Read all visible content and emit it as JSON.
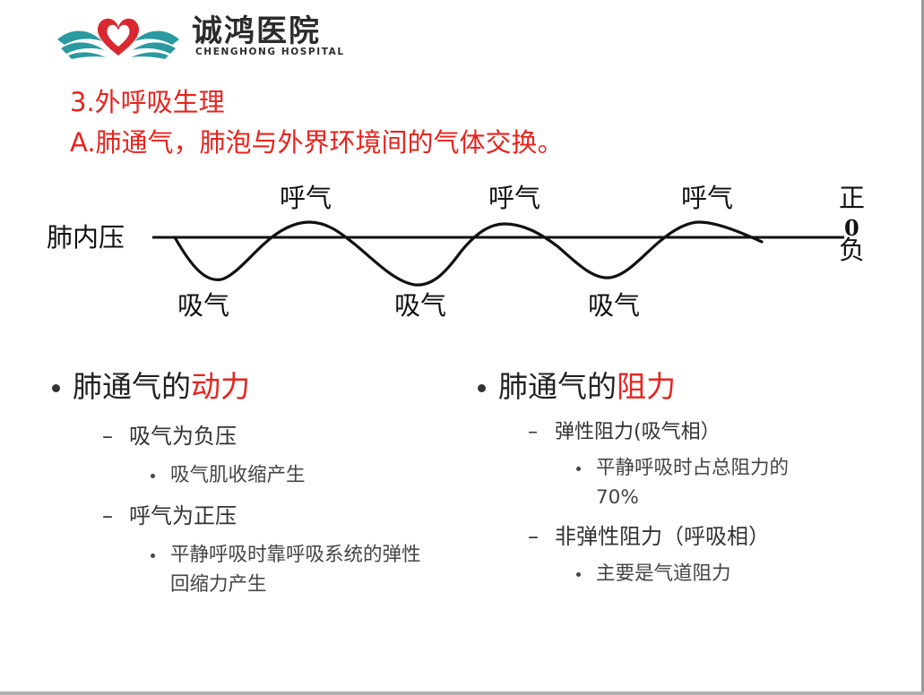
{
  "logo": {
    "name_cn": "诚鸿医院",
    "name_en": "CHENGHONG HOSPITAL",
    "colors": {
      "heart": "#d9282f",
      "wings": "#2a9aa0"
    }
  },
  "headings": {
    "line1": "3.外呼吸生理",
    "line2": "A.肺通气，肺泡与外界环境间的气体交换。"
  },
  "diagram": {
    "axis_label": "肺内压",
    "exhale_labels": [
      "呼气",
      "呼气",
      "呼气"
    ],
    "inhale_labels": [
      "吸气",
      "吸气",
      "吸气"
    ],
    "positive": "正",
    "zero": "0",
    "negative": "负"
  },
  "left_column": {
    "title_prefix": "肺通气的",
    "title_highlight": "动力",
    "items": [
      {
        "label": "吸气为负压",
        "sub": [
          "吸气肌收缩产生"
        ]
      },
      {
        "label": "呼气为正压",
        "sub": [
          "平静呼吸时靠呼吸系统的弹性回缩力产生"
        ]
      }
    ]
  },
  "right_column": {
    "title_prefix": "肺通气的",
    "title_highlight": "阻力",
    "items": [
      {
        "label": "弹性阻力(吸气相）",
        "sub": [
          "平静呼吸时占总阻力的70%"
        ]
      },
      {
        "label": "非弹性阻力（呼吸相）",
        "sub": [
          "主要是气道阻力"
        ]
      }
    ]
  },
  "colors": {
    "accent": "#e8231e",
    "text": "#222222"
  }
}
